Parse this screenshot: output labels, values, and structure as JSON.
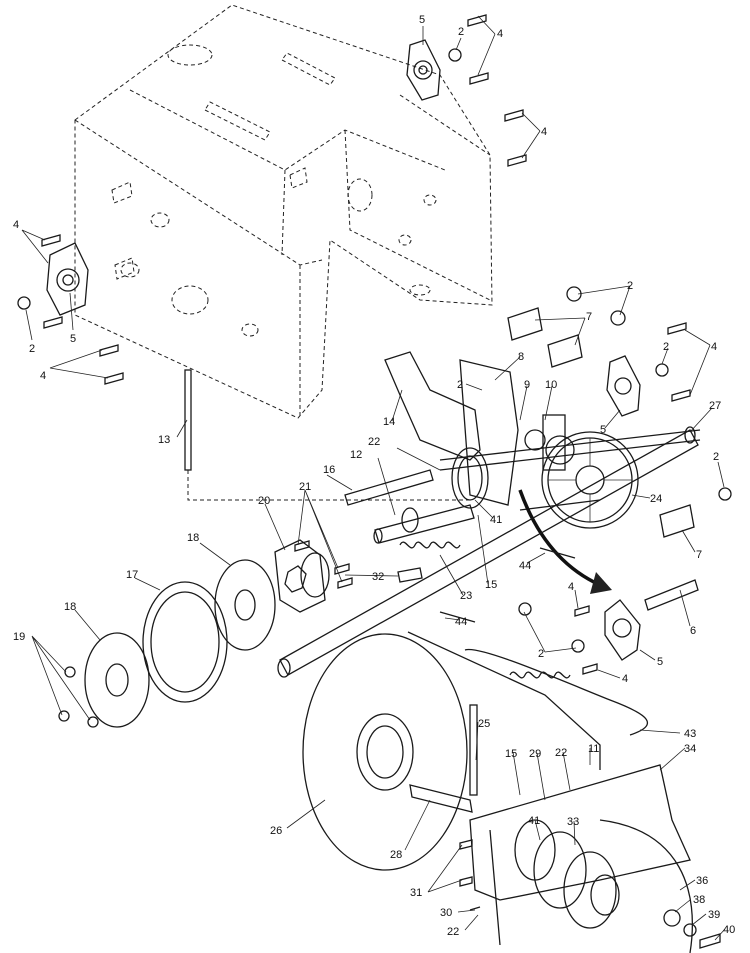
{
  "callouts": [
    {
      "id": "c5a",
      "text": "5"
    },
    {
      "id": "c2a",
      "text": "2"
    },
    {
      "id": "c4a",
      "text": "4"
    },
    {
      "id": "c4b",
      "text": "4"
    },
    {
      "id": "c4c",
      "text": "4"
    },
    {
      "id": "c2b",
      "text": "2"
    },
    {
      "id": "c5b",
      "text": "5"
    },
    {
      "id": "c4d",
      "text": "4"
    },
    {
      "id": "c13",
      "text": "13"
    },
    {
      "id": "c2c",
      "text": "2"
    },
    {
      "id": "c7a",
      "text": "7"
    },
    {
      "id": "c2d",
      "text": "2"
    },
    {
      "id": "c4e",
      "text": "4"
    },
    {
      "id": "c8",
      "text": "8"
    },
    {
      "id": "c2e",
      "text": "2"
    },
    {
      "id": "c9",
      "text": "9"
    },
    {
      "id": "c10",
      "text": "10"
    },
    {
      "id": "c14",
      "text": "14"
    },
    {
      "id": "c5c",
      "text": "5"
    },
    {
      "id": "c27",
      "text": "27"
    },
    {
      "id": "c22a",
      "text": "22"
    },
    {
      "id": "c12",
      "text": "12"
    },
    {
      "id": "c16",
      "text": "16"
    },
    {
      "id": "c2f",
      "text": "2"
    },
    {
      "id": "c21",
      "text": "21"
    },
    {
      "id": "c20",
      "text": "20"
    },
    {
      "id": "c24",
      "text": "24"
    },
    {
      "id": "c41a",
      "text": "41"
    },
    {
      "id": "c18a",
      "text": "18"
    },
    {
      "id": "c7b",
      "text": "7"
    },
    {
      "id": "c17",
      "text": "17"
    },
    {
      "id": "c23",
      "text": "23"
    },
    {
      "id": "c15a",
      "text": "15"
    },
    {
      "id": "c32",
      "text": "32"
    },
    {
      "id": "c44a",
      "text": "44"
    },
    {
      "id": "c4f",
      "text": "4"
    },
    {
      "id": "c18b",
      "text": "18"
    },
    {
      "id": "c6",
      "text": "6"
    },
    {
      "id": "c19",
      "text": "19"
    },
    {
      "id": "c44b",
      "text": "44"
    },
    {
      "id": "c2g",
      "text": "2"
    },
    {
      "id": "c5d",
      "text": "5"
    },
    {
      "id": "c4g",
      "text": "4"
    },
    {
      "id": "c25",
      "text": "25"
    },
    {
      "id": "c43",
      "text": "43"
    },
    {
      "id": "c34",
      "text": "34"
    },
    {
      "id": "c15b",
      "text": "15"
    },
    {
      "id": "c29",
      "text": "29"
    },
    {
      "id": "c22b",
      "text": "22"
    },
    {
      "id": "c11",
      "text": "11"
    },
    {
      "id": "c41b",
      "text": "41"
    },
    {
      "id": "c33",
      "text": "33"
    },
    {
      "id": "c26",
      "text": "26"
    },
    {
      "id": "c28",
      "text": "28"
    },
    {
      "id": "c36",
      "text": "36"
    },
    {
      "id": "c31",
      "text": "31"
    },
    {
      "id": "c38",
      "text": "38"
    },
    {
      "id": "c30",
      "text": "30"
    },
    {
      "id": "c39",
      "text": "39"
    },
    {
      "id": "c22c",
      "text": "22"
    },
    {
      "id": "c40",
      "text": "40"
    }
  ]
}
